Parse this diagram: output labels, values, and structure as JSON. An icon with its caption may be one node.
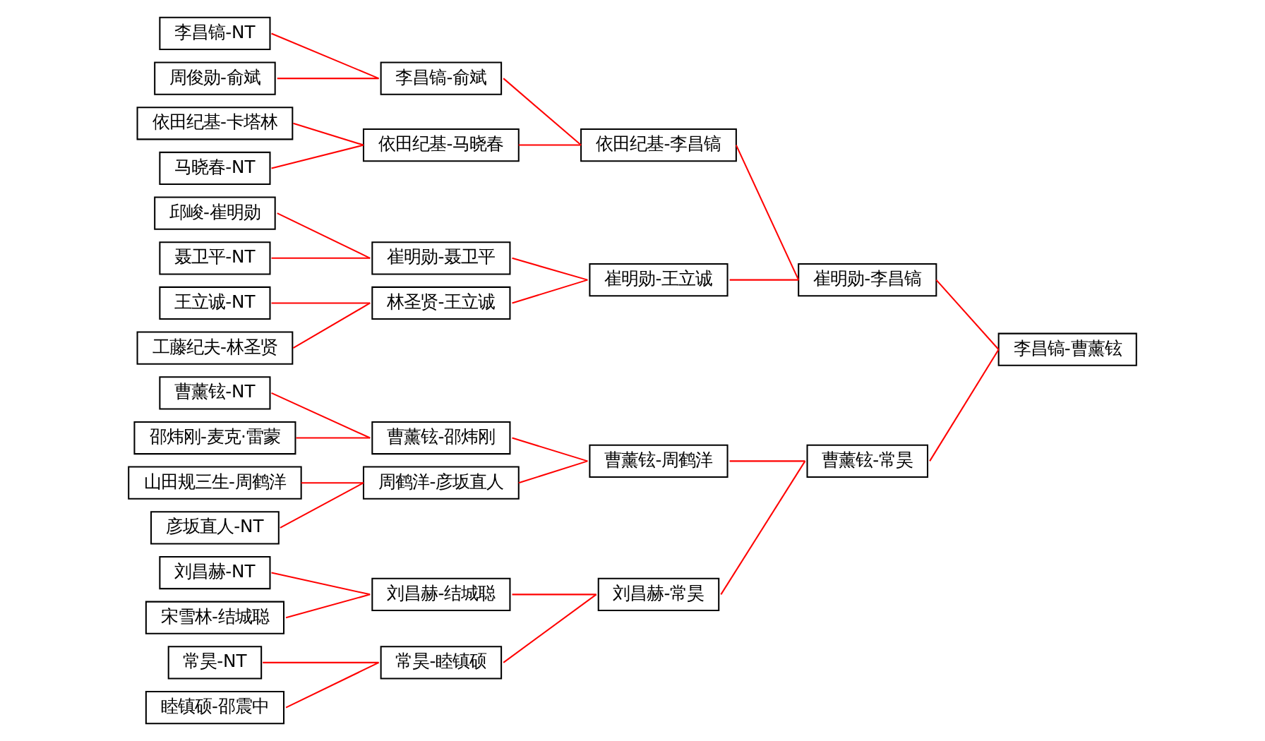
{
  "diagram": {
    "nodes": [
      {
        "text": [
          "曹薰铉-NT"
        ]
      },
      {
        "text": [
          "邵炜刚-麦克·雷蒙"
        ]
      },
      {
        "text": [
          "山田规三生-周鹤洋"
        ]
      },
      {
        "text": [
          "彦坂直人-NT"
        ]
      },
      {
        "text": [
          "常昊-NT"
        ]
      },
      {
        "text": [
          "睦镇硕-邵震中"
        ]
      },
      {
        "text": [
          "刘昌赫-NT"
        ]
      },
      {
        "text": [
          "宋雪林-结城聪"
        ]
      },
      {
        "text": [
          "李昌镐-NT"
        ]
      },
      {
        "text": [
          "周俊勋-俞斌"
        ]
      },
      {
        "text": [
          "依田纪基-卡塔林"
        ]
      },
      {
        "text": [
          "马晓春-NT"
        ]
      },
      {
        "text": [
          "邱峻-崔明勋"
        ]
      },
      {
        "text": [
          "聂卫平-NT"
        ]
      },
      {
        "text": [
          "王立诚-NT"
        ]
      },
      {
        "text": [
          "工藤纪夫-林圣贤"
        ]
      },
      {
        "text": [
          "曹薰铉-邵炜刚"
        ]
      },
      {
        "text": [
          "周鹤洋-彦坂直人"
        ]
      },
      {
        "text": [
          "常昊-睦镇硕"
        ]
      },
      {
        "text": [
          "刘昌赫-结城聪"
        ]
      },
      {
        "text": [
          "李昌镐-俞斌"
        ]
      },
      {
        "text": [
          "依田纪基-马晓春"
        ]
      },
      {
        "text": [
          "崔明勋-聂卫平"
        ]
      },
      {
        "text": [
          "林圣贤-王立诚"
        ]
      },
      {
        "text": [
          "曹薰铉-周鹤洋"
        ]
      },
      {
        "text": [
          "刘昌赫-常昊"
        ]
      },
      {
        "text": [
          "依田纪基-李昌镐"
        ]
      },
      {
        "text": [
          "崔明勋-王立诚"
        ]
      },
      {
        "text": [
          "曹薰铉-常昊"
        ]
      },
      {
        "text": [
          "崔明勋-李昌镐"
        ]
      },
      {
        "text": [
          "李昌镐-曹薰铉"
        ]
      }
    ],
    "edges": [
      {
        "from": 0,
        "to": 16,
        "arrow": "none"
      },
      {
        "from": 1,
        "to": 16,
        "arrow": "none"
      },
      {
        "from": 2,
        "to": 17,
        "arrow": "none"
      },
      {
        "from": 3,
        "to": 17,
        "arrow": "none"
      },
      {
        "from": 4,
        "to": 18,
        "arrow": "none"
      },
      {
        "from": 5,
        "to": 18,
        "arrow": "none"
      },
      {
        "from": 6,
        "to": 19,
        "arrow": "none"
      },
      {
        "from": 7,
        "to": 19,
        "arrow": "none"
      },
      {
        "from": 8,
        "to": 20,
        "arrow": "none"
      },
      {
        "from": 9,
        "to": 20,
        "arrow": "none"
      },
      {
        "from": 10,
        "to": 21,
        "arrow": "none"
      },
      {
        "from": 11,
        "to": 21,
        "arrow": "none"
      },
      {
        "from": 12,
        "to": 22,
        "arrow": "none"
      },
      {
        "from": 13,
        "to": 22,
        "arrow": "none"
      },
      {
        "from": 14,
        "to": 23,
        "arrow": "none"
      },
      {
        "from": 15,
        "to": 23,
        "arrow": "none"
      },
      {
        "from": 16,
        "to": 24,
        "arrow": "none"
      },
      {
        "from": 17,
        "to": 24,
        "arrow": "none"
      },
      {
        "from": 18,
        "to": 25,
        "arrow": "none"
      },
      {
        "from": 19,
        "to": 25,
        "arrow": "none"
      },
      {
        "from": 20,
        "to": 26,
        "arrow": "none"
      },
      {
        "from": 21,
        "to": 26,
        "arrow": "none"
      },
      {
        "from": 22,
        "to": 27,
        "arrow": "none"
      },
      {
        "from": 23,
        "to": 27,
        "arrow": "none"
      },
      {
        "from": 24,
        "to": 28,
        "arrow": "none"
      },
      {
        "from": 25,
        "to": 28,
        "arrow": "none"
      },
      {
        "from": 26,
        "to": 29,
        "arrow": "none"
      },
      {
        "from": 27,
        "to": 29,
        "arrow": "none"
      },
      {
        "from": 28,
        "to": 30,
        "arrow": "none"
      },
      {
        "from": 29,
        "to": 30,
        "arrow": "none"
      }
    ]
  }
}
